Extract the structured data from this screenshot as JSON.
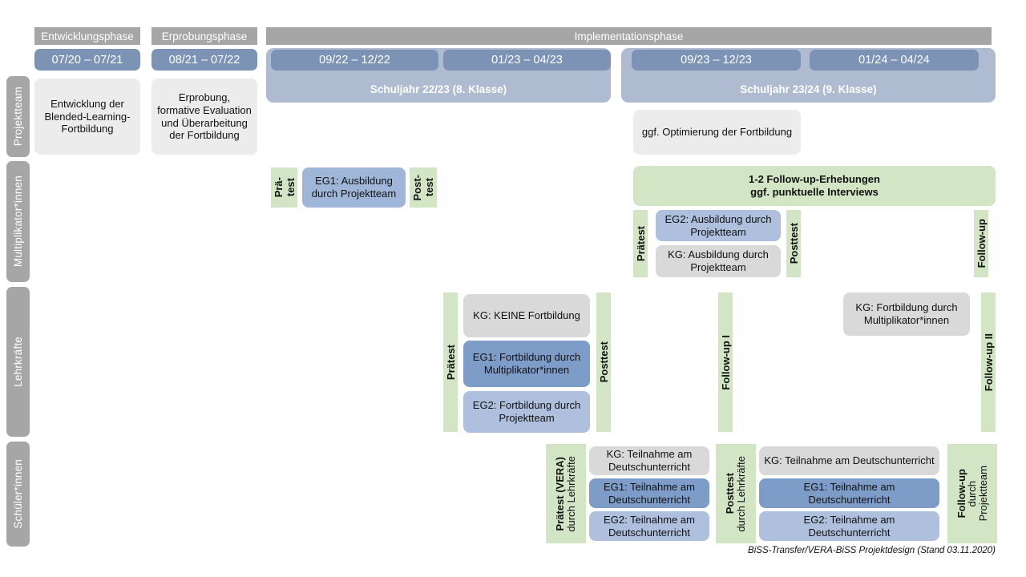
{
  "diagram": {
    "footer": "BiSS-Transfer/VERA-BiSS Projektdesign (Stand 03.11.2020)",
    "colors": {
      "lane": "#a6a6a6",
      "phase_bar": "#a6a6a6",
      "date_chip": "#7d93b5",
      "schuljahr": "#aebbd0",
      "green": "#d2e5c4",
      "gray_light": "#ececec",
      "gray_mid": "#d9d9d9",
      "eg1_dark": "#7d9cc8",
      "eg1_mid": "#9fb6d8",
      "eg2_light": "#aec0dd"
    }
  },
  "phases": [
    {
      "label": "Entwicklungsphase"
    },
    {
      "label": "Erprobungsphase"
    },
    {
      "label": "Implementationsphase"
    }
  ],
  "date_chips": [
    {
      "label": "07/20 – 07/21"
    },
    {
      "label": "08/21 – 07/22"
    },
    {
      "label": "09/22 – 12/22"
    },
    {
      "label": "01/23 – 04/23"
    },
    {
      "label": "09/23 – 12/23"
    },
    {
      "label": "01/24 – 04/24"
    }
  ],
  "school_years": [
    {
      "label": "Schuljahr 22/23 (8. Klasse)"
    },
    {
      "label": "Schuljahr 23/24 (9. Klasse)"
    }
  ],
  "lanes": [
    {
      "label": "Projektteam"
    },
    {
      "label": "Multiplikator*innen"
    },
    {
      "label": "Lehrkräfte"
    },
    {
      "label": "Schüler*innen"
    }
  ],
  "projektteam": {
    "entwicklung": "Entwicklung der Blended-Learning-Fortbildung",
    "erprobung": "Erprobung, formative Evaluation und Überarbeitung der Fortbildung",
    "optimierung": "ggf. Optimierung der Fortbildung"
  },
  "multiplikatoren": {
    "praetest_line1": "Prä-",
    "praetest_line2": "test",
    "eg1": "EG1: Ausbildung durch Projektteam",
    "posttest_line1": "Post-",
    "posttest_line2": "test",
    "followup_banner_line1": "1-2 Follow-up-Erhebungen",
    "followup_banner_line2": "ggf. punktuelle Interviews",
    "praetest2": "Prätest",
    "eg2": "EG2: Ausbildung durch Projektteam",
    "kg": "KG: Ausbildung durch Projektteam",
    "posttest2": "Posttest",
    "followup": "Follow-up"
  },
  "lehrkraefte": {
    "praetest": "Prätest",
    "kg_keine": "KG:  KEINE Fortbildung",
    "eg1": "EG1: Fortbildung durch Multiplikator*innen",
    "eg2": "EG2: Fortbildung durch Projektteam",
    "posttest": "Posttest",
    "followup_1": "Follow-up I",
    "kg_fortbildung": "KG: Fortbildung durch Multiplikator*innen",
    "followup_2": "Follow-up II"
  },
  "schueler": {
    "praetest_bold": "Prätest (VERA)",
    "praetest_sub": "durch Lehrkräfte",
    "left_kg": "KG: Teilnahme am Deutschunterricht",
    "left_eg1": "EG1: Teilnahme am Deutschunterricht",
    "left_eg2": "EG2: Teilnahme am Deutschunterricht",
    "posttest_bold": "Posttest",
    "posttest_sub": "durch Lehrkräfte",
    "right_kg": "KG: Teilnahme am Deutschunterricht",
    "right_eg1": "EG1: Teilnahme am Deutschunterricht",
    "right_eg2": "EG2: Teilnahme am Deutschunterricht",
    "followup_bold": "Follow-up",
    "followup_sub1": "durch",
    "followup_sub2": "Projektteam"
  }
}
